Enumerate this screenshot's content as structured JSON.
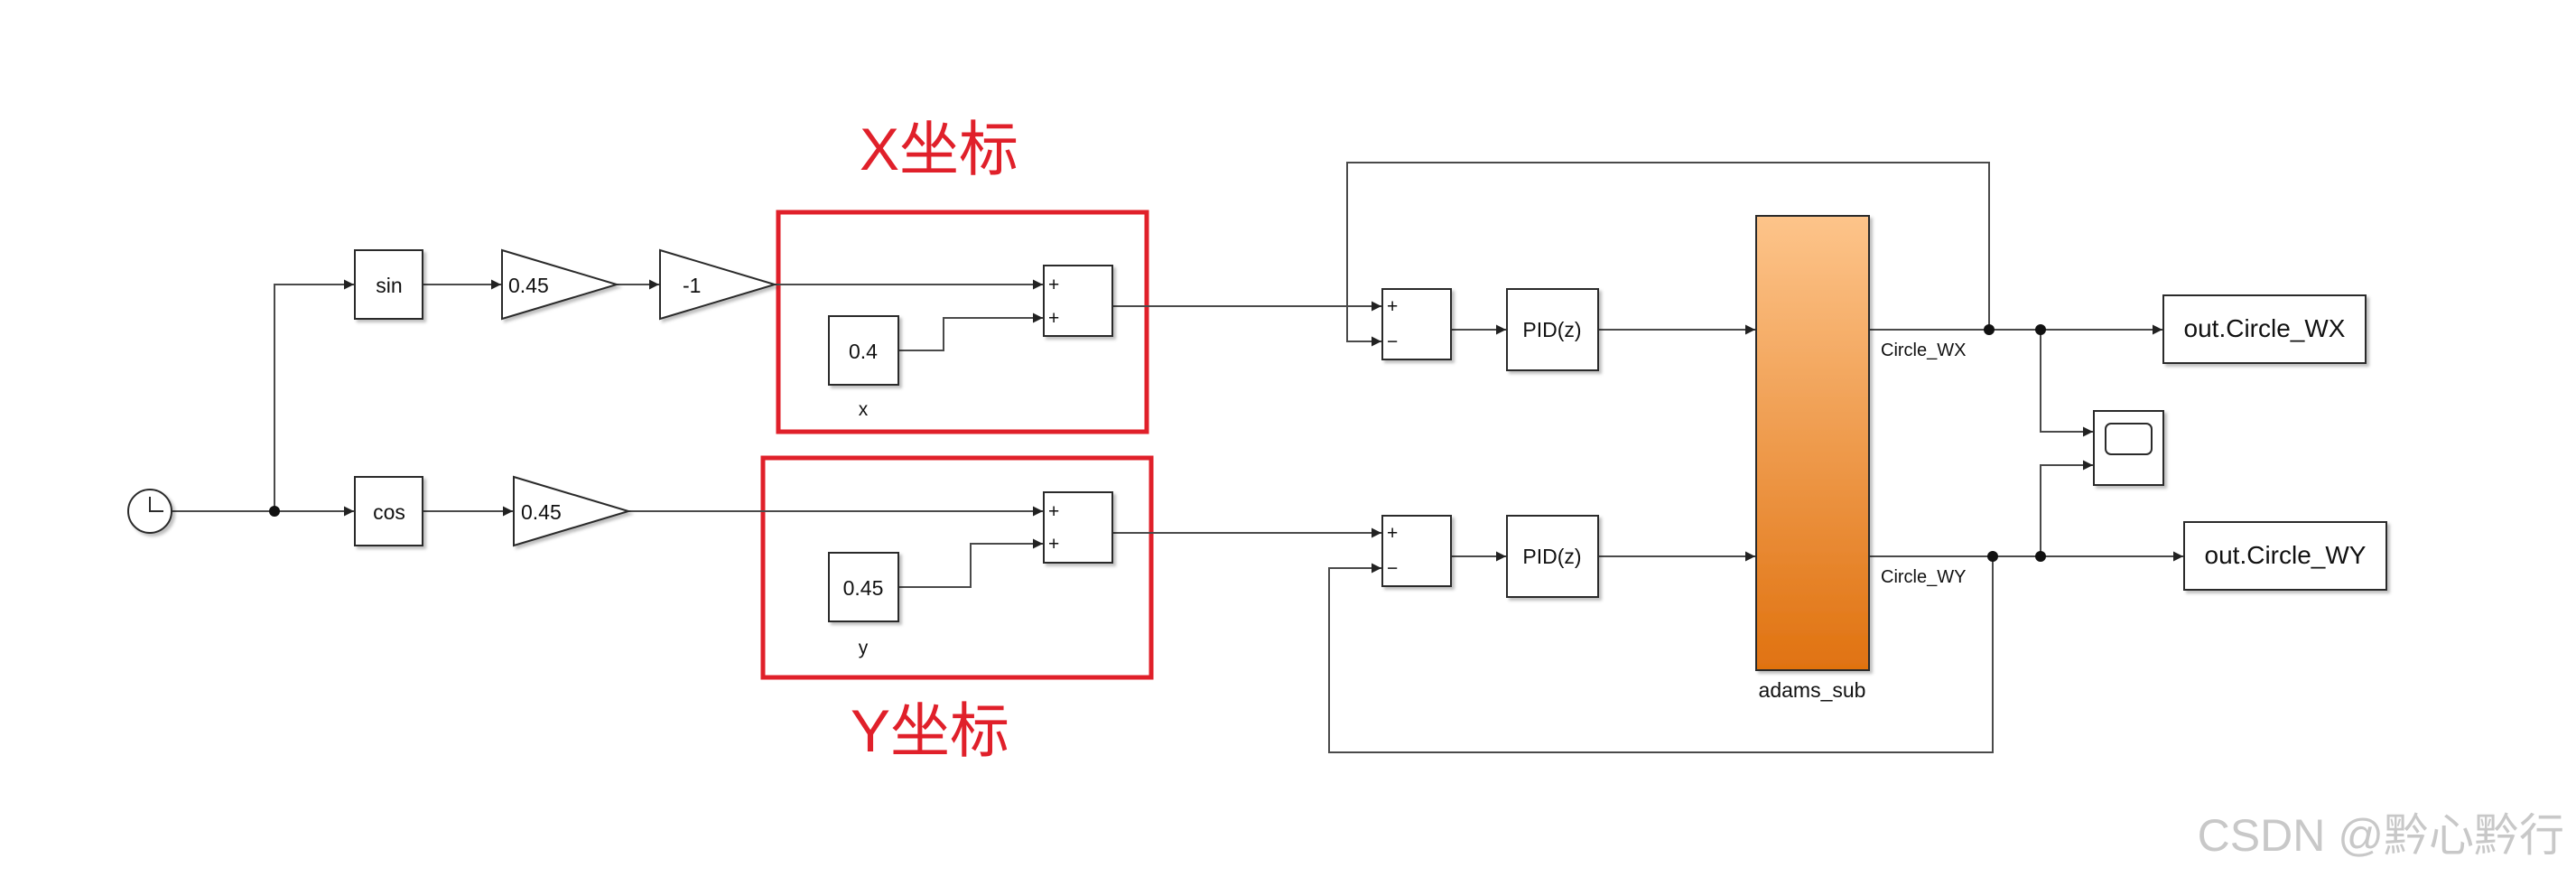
{
  "annotations": {
    "x_title": "X坐标",
    "y_title": "Y坐标",
    "watermark": "CSDN @黔心黔行",
    "highlight_color": "#e0202a"
  },
  "blocks": {
    "sin": "sin",
    "cos": "cos",
    "gain_x": "0.45",
    "gain_neg": "-1",
    "gain_y": "0.45",
    "const_x_value": "0.4",
    "const_x_name": "x",
    "const_y_value": "0.45",
    "const_y_name": "y",
    "pid_x": "PID(z)",
    "pid_y": "PID(z)",
    "subsystem_name": "adams_sub",
    "port_wx": "Circle_WX",
    "port_wy": "Circle_WY",
    "out_wx": "out.Circle_WX",
    "out_wy": "out.Circle_WY",
    "plus": "+",
    "minus": "−"
  },
  "colors": {
    "subsystem_top": "#fdc48a",
    "subsystem_bottom": "#e07210",
    "wire": "#4a4a4a"
  }
}
